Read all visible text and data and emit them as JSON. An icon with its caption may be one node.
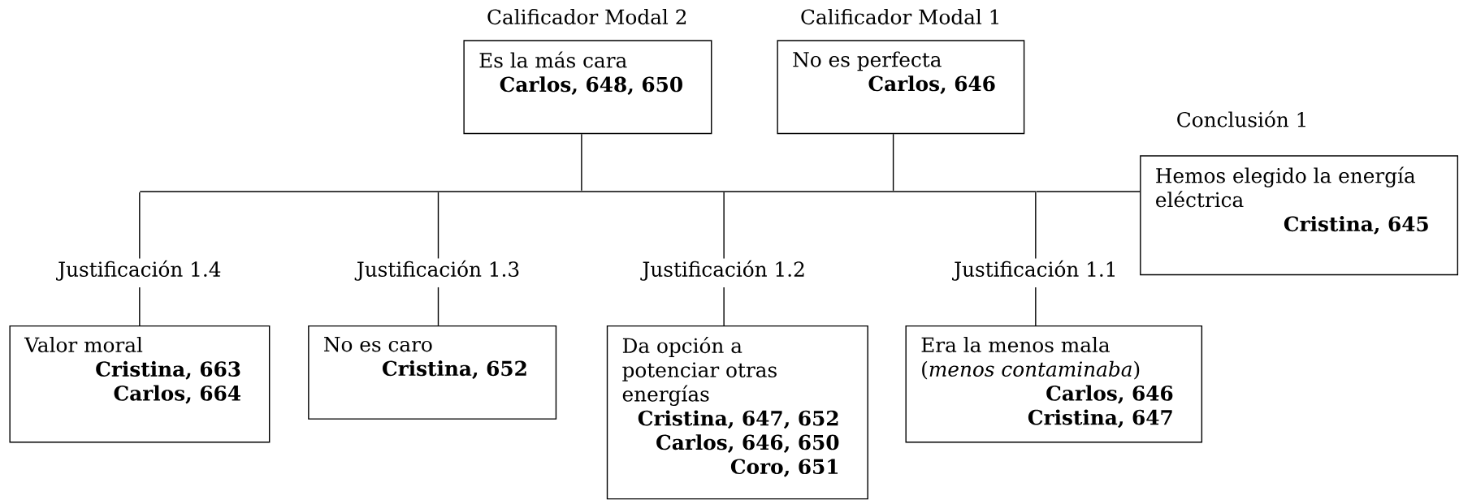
{
  "diagram": {
    "nodes": [
      {
        "text": [
          "Calificador Modal 2",
          "Es la más cara",
          "Carlos, 648, 650"
        ]
      },
      {
        "text": [
          "Calificador Modal 1",
          "No es perfecta",
          "Carlos, 646"
        ]
      },
      {
        "text": [
          "Conclusión 1",
          "Hemos elegido la energía eléctrica",
          "Cristina, 645"
        ]
      },
      {
        "text": [
          "Justificación 1.4",
          "Valor moral",
          "Cristina, 663",
          "Carlos, 664"
        ]
      },
      {
        "text": [
          "Justificación 1.3",
          "No es caro",
          "Cristina, 652"
        ]
      },
      {
        "text": [
          "Justificación 1.2",
          "Da opción a potenciar otras energías",
          "Cristina, 647, 652",
          "Carlos, 646, 650",
          "Coro, 651"
        ]
      },
      {
        "text": [
          "Justificación 1.1",
          "Era la menos mala (*menos contaminaba*)",
          "Carlos, 646",
          "Cristina, 647"
        ]
      },
      {
        "text": [],
        "shape": "bar"
      }
    ],
    "edges": [
      {
        "from": 0,
        "to": 7,
        "arrow": "none"
      },
      {
        "from": 1,
        "to": 7,
        "arrow": "none"
      },
      {
        "from": 3,
        "to": 7,
        "arrow": "none"
      },
      {
        "from": 4,
        "to": 7,
        "arrow": "none"
      },
      {
        "from": 5,
        "to": 7,
        "arrow": "none"
      },
      {
        "from": 6,
        "to": 7,
        "arrow": "none"
      },
      {
        "from": 7,
        "to": 2,
        "arrow": "none"
      }
    ]
  }
}
